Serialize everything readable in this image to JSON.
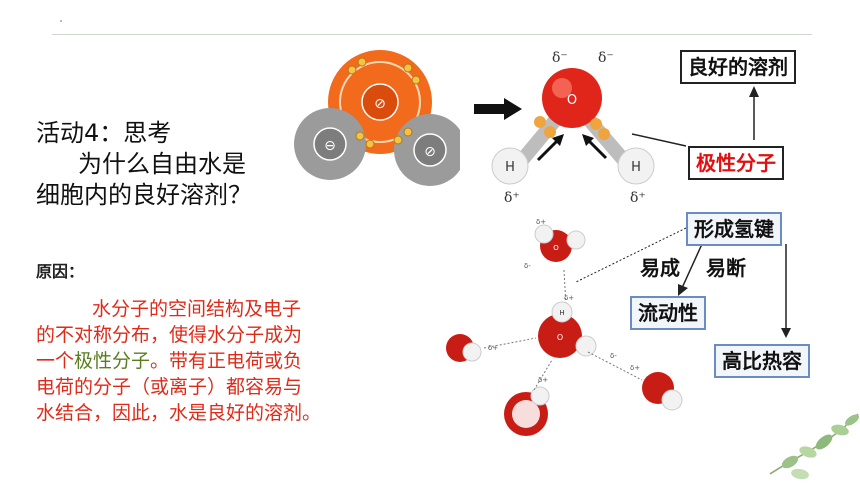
{
  "activity": {
    "title": "活动4：思考",
    "line2": "为什么自由水是",
    "line3": "细胞内的良好溶剂？"
  },
  "reason": {
    "title": "原因：",
    "line1": "水分子的空间结构及电子",
    "line2": "的不对称分布，使得水分子成为",
    "line3_pre": "一个",
    "line3_highlight": "极性分子",
    "line3_post": "。带有正电荷或负",
    "line4": "电荷的分子（或离子）都容易与",
    "line5": "水结合，因此，水是良好的溶剂。"
  },
  "diagram": {
    "good_solvent": "良好的溶剂",
    "polar_molecule": "极性分子",
    "hydrogen_bond": "形成氢键",
    "easy_form": "易成",
    "easy_break": "易断",
    "fluidity": "流动性",
    "specific_heat": "高比热容",
    "atom_o": "O",
    "atom_h": "H",
    "delta_minus": "δ⁻",
    "delta_plus": "δ⁺",
    "small_o": "O",
    "small_h": "H",
    "small_delta_plus": "δ+",
    "small_delta_minus": "δ-"
  },
  "colors": {
    "reason_text": "#e02a18",
    "highlight": "#5a7d1f",
    "box_border_blue": "#6a8cc4",
    "polar_text": "#e01010"
  }
}
